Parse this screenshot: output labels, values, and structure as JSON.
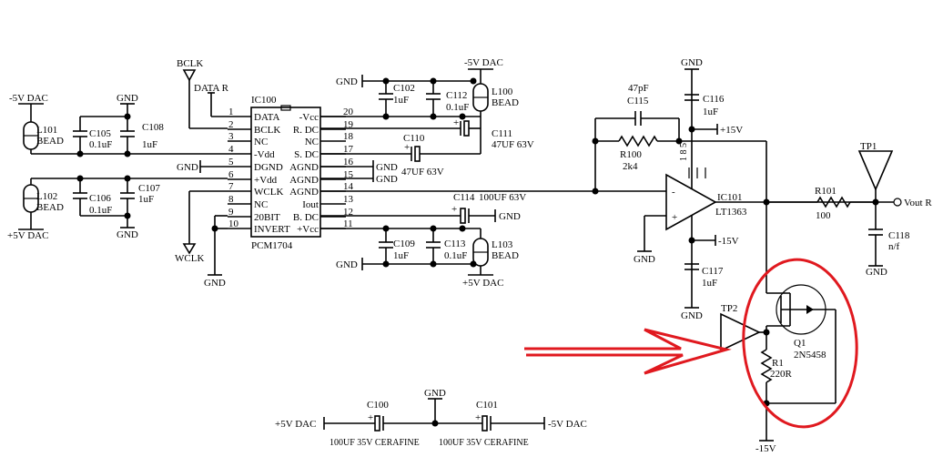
{
  "rails": {
    "neg5_dac": "-5V DAC",
    "pos5_dac": "+5V DAC",
    "gnd": "GND",
    "pos15": "+15V",
    "neg15": "-15V"
  },
  "ic100": {
    "ref": "IC100",
    "part": "PCM1704",
    "pins_left": [
      {
        "num": "1",
        "label": "DATA"
      },
      {
        "num": "2",
        "label": "BCLK"
      },
      {
        "num": "3",
        "label": "NC"
      },
      {
        "num": "4",
        "label": "-Vdd"
      },
      {
        "num": "5",
        "label": "DGND"
      },
      {
        "num": "6",
        "label": "+Vdd"
      },
      {
        "num": "7",
        "label": "WCLK"
      },
      {
        "num": "8",
        "label": "NC"
      },
      {
        "num": "9",
        "label": "20BIT"
      },
      {
        "num": "10",
        "label": "INVERT"
      }
    ],
    "pins_right": [
      {
        "num": "20",
        "label": "-Vcc"
      },
      {
        "num": "19",
        "label": "R. DC"
      },
      {
        "num": "18",
        "label": "NC"
      },
      {
        "num": "17",
        "label": "S. DC"
      },
      {
        "num": "16",
        "label": "AGND"
      },
      {
        "num": "15",
        "label": "AGND"
      },
      {
        "num": "14",
        "label": "AGND"
      },
      {
        "num": "13",
        "label": "Iout"
      },
      {
        "num": "12",
        "label": "B. DC"
      },
      {
        "num": "11",
        "label": "+Vcc"
      }
    ]
  },
  "signals": {
    "bclk": "BCLK",
    "data_r": "DATA R",
    "wclk": "WCLK"
  },
  "parts": {
    "l101": {
      "ref": "L101",
      "val": "BEAD"
    },
    "l102": {
      "ref": "L102",
      "val": "BEAD"
    },
    "l100": {
      "ref": "L100",
      "val": "BEAD"
    },
    "l103": {
      "ref": "L103",
      "val": "BEAD"
    },
    "c105": {
      "ref": "C105",
      "val": "0.1uF"
    },
    "c108": {
      "ref": "C108",
      "val": "1uF"
    },
    "c106": {
      "ref": "C106",
      "val": "0.1uF"
    },
    "c107": {
      "ref": "C107",
      "val": "1uF"
    },
    "c102": {
      "ref": "C102",
      "val": "1uF"
    },
    "c112": {
      "ref": "C112",
      "val": "0.1uF"
    },
    "c111": {
      "ref": "C111",
      "val": "47UF 63V"
    },
    "c110": {
      "ref": "C110",
      "val": "47UF 63V"
    },
    "c114": {
      "ref": "C114",
      "val": "100UF 63V"
    },
    "c109": {
      "ref": "C109",
      "val": "1uF"
    },
    "c113": {
      "ref": "C113",
      "val": "0.1uF"
    },
    "c115": {
      "ref": "C115",
      "val": "47pF"
    },
    "r100": {
      "ref": "R100",
      "val": "2k4"
    },
    "c116": {
      "ref": "C116",
      "val": "1uF"
    },
    "c117": {
      "ref": "C117",
      "val": "1uF"
    },
    "ic101": {
      "ref": "IC101",
      "part": "LT1363"
    },
    "r101": {
      "ref": "R101",
      "val": "100"
    },
    "c118": {
      "ref": "C118",
      "val": "n/f"
    },
    "tp1": {
      "ref": "TP1"
    },
    "tp2": {
      "ref": "TP2"
    },
    "q1": {
      "ref": "Q1",
      "part": "2N5458"
    },
    "r1": {
      "ref": "R1",
      "val": "220R"
    },
    "c100": {
      "ref": "C100",
      "val": "100UF 35V CERAFINE"
    },
    "c101": {
      "ref": "C101",
      "val": "100UF 35V CERAFINE"
    }
  },
  "opamp": {
    "minus": "-",
    "plus": "+",
    "pins": "1  8  5"
  },
  "output": {
    "label": "Vout R"
  },
  "annotation": {
    "color": "#e0191f",
    "shapes": [
      "circle",
      "arrow"
    ]
  }
}
